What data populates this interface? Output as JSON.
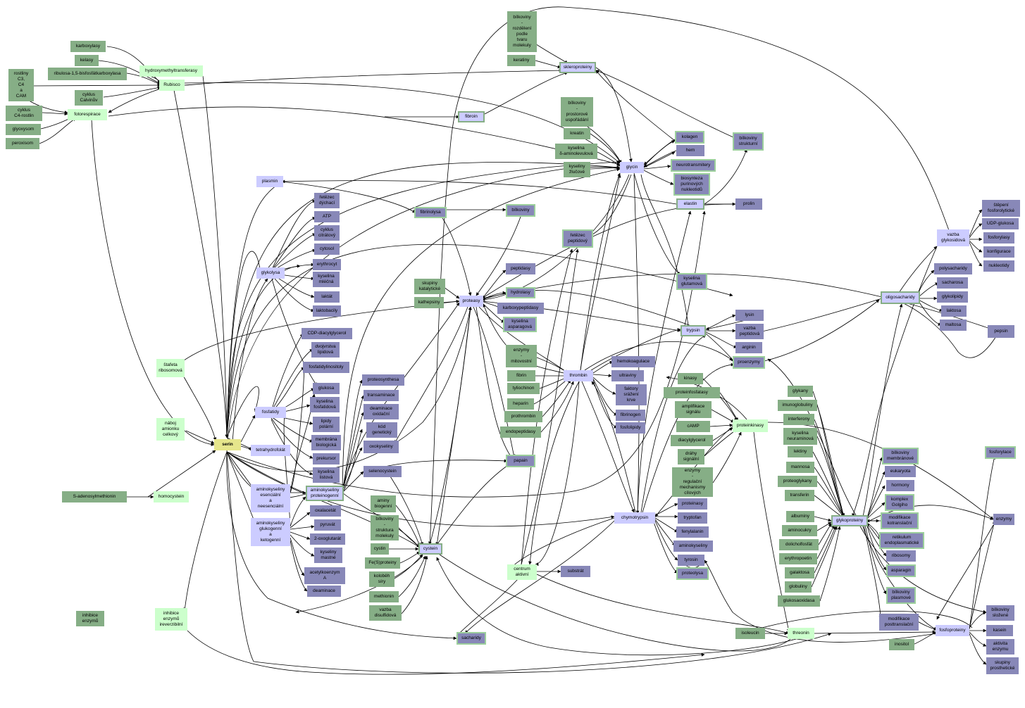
{
  "colors": {
    "green": "#86ae86",
    "purple": "#8888b8",
    "lavender": "#ccccff",
    "mint": "#ccffcc",
    "center": "#e6e68c",
    "edge": "#000000"
  },
  "nodes": {
    "karboxylasy": "karboxylasy",
    "kelasy": "kelasy",
    "ribulosa": "ribulosa-1,5-bisfosfátkarboxylasa",
    "hydroxymethyltransferasy": "hydroxymethyltransferasy",
    "rubisco": "Rubisco",
    "rostliny": "rostliny\nC3,\nC4\na\nCAM",
    "cyklus_calvinuv": "cyklus\nCalvinův",
    "cyklus_c4": "cyklus\nC4-rostlin",
    "glyoxysom": "glyoxysom",
    "peroxisom": "peroxisom",
    "fotorespirace": "fotorespirace",
    "bilkoviny_rozdeleni": "bílkoviny\n-\nrozdělení\npodle\ntvaru\nmolekuly",
    "keratiny": "keratiny",
    "skleroproteiny": "skleroproteiny",
    "fibroin": "fibroin",
    "bilkoviny_prostorove": "bílkoviny\n-\nprostorové\nuspořádání",
    "kreatin": "kreatin",
    "kyselina_aminolevulova": "kyselina\nδ-aminolevulová",
    "kyselina_zlucova": "kyseliny\nžlučové",
    "glycin": "glycin",
    "kolagen": "kolagen",
    "hem": "hem",
    "neurotransmitery": "neurotransmitery",
    "biosynteza_purinu": "biosynteza\npurinových\nnukleotidů",
    "bilkoviny_strukturni": "bílkoviny\nstrukturní",
    "elastin": "elastin",
    "prolin": "prolin",
    "plasmin": "plasmin",
    "fibrinolysa": "fibrinolysa",
    "bilkoviny": "bílkoviny",
    "retezec_peptidovy": "řetězec\npeptidový",
    "retezec_dychaci": "řetězec\ndýchací",
    "atp": "ATP",
    "cyklus_citratovy": "cyklus\ncitrátový",
    "cytosol": "cytosol",
    "erythrocyt": "erythrocyt",
    "kyselina_mlecna": "kyselina\nmléčná",
    "laktat": "laktát",
    "laktobacily": "laktobacily",
    "glykolysa": "glykolysa",
    "skupiny_katalyticke": "skupiny\nkatalytické",
    "kathepsiny": "kathepsiny",
    "proteasy": "proteasy",
    "peptidasy": "peptidasy",
    "hydrolasy": "hydrolasy",
    "karboxypeptidasy": "karboxypeptidasy",
    "kyselina_asparagova": "kyselina\nasparagová",
    "kyselina_glutamova": "kyselina\nglutamová",
    "tripsin": "trypsin",
    "lysin": "lysin",
    "vazba_peptidova": "vazba\npeptidová",
    "arginin": "arginin",
    "proenzymy": "proenzymy",
    "pepsin": "pepsin",
    "cdp": "CDP-diacylglycerol",
    "dvojvrstva": "dvojvrstva\nlipidová",
    "fosfatidylinositol": "fosfatidylinositoly",
    "glukosa": "glukosa",
    "kyselina_fosfatidova": "kyselina\nfosfatidová",
    "lipidy_polarni": "lipidy\npolární",
    "membrana": "membrána\nbiologická",
    "prekursor": "prekursor",
    "kyselina_listova": "kyselina\nlistová",
    "fosfatidy": "fosfatidy",
    "tetrahydrofolat": "tetrahydrofolát",
    "stafeta": "štafeta\nribosomová",
    "naboj": "náboj\namionku\ncelkový",
    "serin": "serin",
    "proteosynthesa": "proteosynthesa",
    "transaminace": "transaminace",
    "deaminace_oxidacni": "deaminace\noxidační",
    "kod_genticky": "kód\ngenetický",
    "oxokyseliny": "oxokyseliny",
    "selenocystein": "selenocystein",
    "aminokyseliny_esencialni": "aminokyseliny\nesenciální\na\nneesenciální",
    "aminokyseliny_proteinogenni": "aminokyseliny\nproteinogenní",
    "aminokyseliny_glukogenni": "aminokyseliny\nglukogenní\na\nketogenní",
    "oxalacetat": "oxalacetát",
    "pyruvat": "pyruvát",
    "oxoglutarat": "2-oxoglutarát",
    "kyseliny_mastne": "kyseliny\nmastné",
    "acetylkoenzym": "acetylkoenzym\nA",
    "deaminace": "deaminace",
    "adenosylmethionin": "S-adenosylmethionin",
    "homocystein": "homocystein",
    "aminy_biogenni": "aminy\nbiogenní",
    "bilkoviny_struktura": "bílkoviny\n-\nstruktura\nmolekuly",
    "cystin": "cystin",
    "cystein": "cystein",
    "fe_s": "Fe(S)proteiny",
    "kolobeh_siry": "koloběh\nsíry",
    "methionin": "methionin",
    "vazba_disulfidova": "vazba\ndisulfidová",
    "sacharidy": "sacharidy",
    "inhibice_enzymu": "inhibice\nenzymů",
    "inhibice_ireverzibilni": "inhibice\nenzymů\nireverzibilní",
    "enzymy_mitovostni": "enzymy\n-\nmitovostní",
    "fibrin": "fibrin",
    "tyliochinon": "tyliochinon",
    "heparin": "heparin",
    "prothrombin": "prothrombin",
    "endopeptidasy": "endopeptidasy",
    "thrombin": "thrombin",
    "hemokoagulace": "hemokoagulace",
    "ultraviny": "ultraviny",
    "faktory_srazeni": "faktory\nsrážení\nkrve",
    "fibrinogen": "fibrinogen",
    "fosfolipidy": "fosfolipidy",
    "papain": "papain",
    "centrum_aktivni": "centrum\naktivní",
    "substrat": "substrát",
    "chymotrypsin": "chymotrypsin",
    "proteinasy": "proteinasy",
    "tryptofan": "tryptofan",
    "fenylalanin": "fenylalanin",
    "aminokyseliny_ch": "aminokyseliny",
    "tyrosin": "tyrosin",
    "proteolysa": "proteolysa",
    "kinasy": "kinasy",
    "proteinfosfatasy": "proteinfosfatasy",
    "amplifikace": "amplifikace\nsignálu",
    "camp": "cAMP",
    "diacylglycerol": "diacylglycerol",
    "drahy_signalni": "dráhy\nsignální",
    "enzymy_regulacni": "enzymy\n-\nregulační\nmechanismy\ncílových",
    "proteinkinasy": "proteinkinasy",
    "glykany": "glykany",
    "imunoglobuliny": "imunoglobuliny",
    "interferony": "interferony",
    "kyselina_neuraminova": "kyselina\nneuraminová",
    "lektiny": "lektiny",
    "mannosa": "mannosa",
    "proteoglykany": "proteoglykany",
    "transferin": "transferin",
    "albuminy": "albuminy",
    "aminocukry": "aminocukry",
    "dolicholfosfat": "dolicholfosfát",
    "erythropoetin": "erythropoetin",
    "galaktosa": "galaktosa",
    "globuliny": "globuliny",
    "glukosaoxidasa": "glukosaoxidasa",
    "glykoproteiny": "glykoproteiny",
    "bilkoviny_membranove": "bílkoviny\nmembránové",
    "eukaryota": "eukaryota",
    "hormony": "hormony",
    "komplex_golgiho": "komplex\nGolgiho",
    "modifikace_kotranslacni": "modifikace\nkotranslační",
    "retikulum": "retikulum\nendoplasmatické",
    "ribosomy": "ribosomy",
    "asparagin": "asparagin",
    "bilkoviny_plasmove": "bílkoviny\nplasmové",
    "modifikace_posttranslacni": "modifikace\nposttranslační",
    "fosfoproteiny": "fosfoproteiny",
    "isoleucin": "isoleucin",
    "threonin": "threonin",
    "inositol": "inositol",
    "bilkoviny_slozene": "bílkoviny\nsložené",
    "kasein": "kasein",
    "aktivita_enzymu": "aktivita\nenzymu",
    "skupiny_prostheticke": "skupiny\nprosthetické",
    "enzymy": "enzymy",
    "fosforylace": "fosforylace",
    "vazba_glykosidova": "vazba\nglykosidová",
    "stepeni": "štěpení\nfosforolytické",
    "udp_glukosa": "UDP-glukosa",
    "fosforylasy": "fosforylasy",
    "konfigurace": "konfigurace",
    "nukleotidy": "nukleotidy",
    "oligosacharidy": "oligosacharidy",
    "polysacharidy": "polysacharidy",
    "sacharosa": "sacharosa",
    "glykolipidy": "glykolipidy",
    "laktosa": "laktosa",
    "maltosa": "maltosa"
  }
}
